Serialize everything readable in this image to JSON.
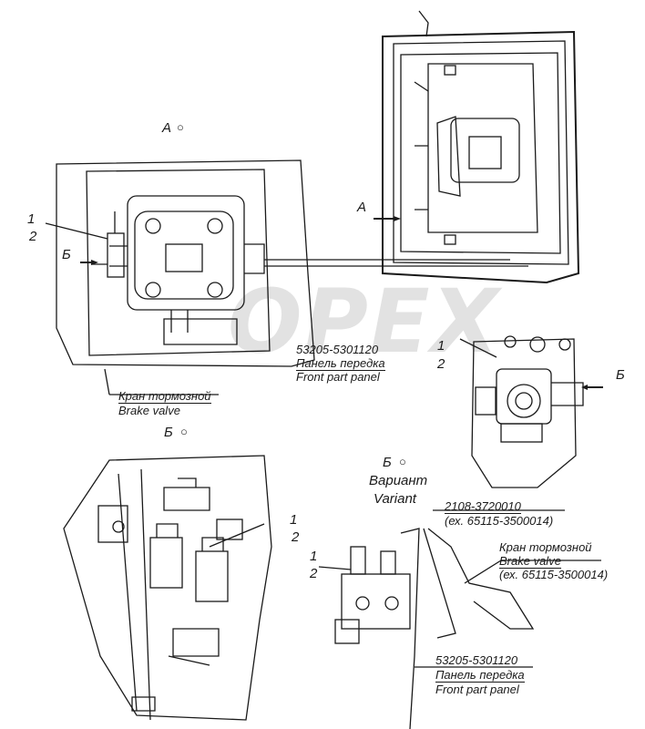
{
  "labels": {
    "view_a_top": "А",
    "view_a_arrow": "А",
    "view_b_left": "Б",
    "view_b_right": "Б",
    "view_b_center": "Б",
    "view_b_variant": "Б",
    "num1_left": "1",
    "num2_left": "2",
    "num1_mid": "1",
    "num2_mid": "2",
    "num1_bottom": "1",
    "num2_bottom": "2",
    "num1_variant": "1",
    "num2_variant": "2"
  },
  "callouts": {
    "panel_code_top": "53205-5301120",
    "panel_ru_top": "Панель передка",
    "panel_en_top": "Front part panel",
    "valve_ru_top": "Кран тормозной",
    "valve_en_top": "Brake valve",
    "variant_ru": "Вариант",
    "variant_en": "Variant",
    "part_code": "2108-3720010",
    "part_code_ex": "(ех. 65115-3500014)",
    "valve_ru_variant": "Кран тормозной",
    "valve_en_variant": "Brake valve",
    "valve_ex_variant": "(ех. 65115-3500014)",
    "panel_code_bottom": "53205-5301120",
    "panel_ru_bottom": "Панель передка",
    "panel_en_bottom": "Front part panel"
  },
  "watermark": {
    "text": "OPEX",
    "color": "#969696"
  }
}
